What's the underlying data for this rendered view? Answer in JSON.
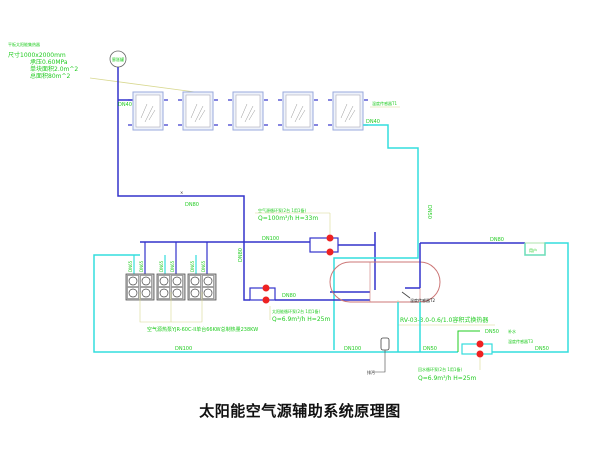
{
  "title": "太阳能空气源辅助系统原理图",
  "colors": {
    "supply_pipe": "#3333cc",
    "return_pipe": "#33dddd",
    "label_text": "#22cc22",
    "leader_line": "#cccc66",
    "tank_outline": "#cc7777",
    "pump": "#ee2222",
    "collector_frame": "#99aadd"
  },
  "collector_spec": {
    "header": "平板太阳能集热器",
    "size": "尺寸1000x2000mm",
    "pressure": "承压0.60MPa",
    "area_each": "单块面积2.0m^2",
    "area_total": "总面积80m^2"
  },
  "expansion_tank_label": "膨胀罐",
  "collector_count": 5,
  "pipe_labels": {
    "collector_supply": "DN40",
    "collector_return": "DN40",
    "main_supply": "DN80",
    "header_100": "DN100",
    "vertical_50": "DN50",
    "vertical_80": "DN80",
    "pump_out": "DN80",
    "hot_out": "DN80",
    "bottom_return_left": "DN100",
    "bottom_return_right": "DN100",
    "bottom_dn50_left": "DN50",
    "bottom_dn50_right": "DN50",
    "makeup": "DN50"
  },
  "sensors": {
    "t1": "温度传感器T1",
    "t2": "温度传感器T2",
    "t3": "温度传感器T3"
  },
  "pumps": {
    "circ_pump": {
      "name": "空气源循环泵(2台 1用1备)",
      "spec": "Q=100m³/h  H=33m"
    },
    "solar_pump": {
      "name": "太阳能循环泵(2台 1用1备)",
      "spec": "Q=6.9m³/h  H=25m"
    },
    "return_pump": {
      "name": "回水循环泵(2台 1用1备)",
      "spec": "Q=6.9m³/h  H=25m"
    }
  },
  "heat_pumps": {
    "count": 3,
    "unit_ports": [
      "DN65",
      "DN65"
    ],
    "label": "空气源热泵YJR-60C-II单台66KW总制热量238KW"
  },
  "tank_label": "RV-03-3.0-0.6/1.0容积式换热器",
  "makeup_label": "补水",
  "user_label": "用户",
  "drain_label": "排污"
}
